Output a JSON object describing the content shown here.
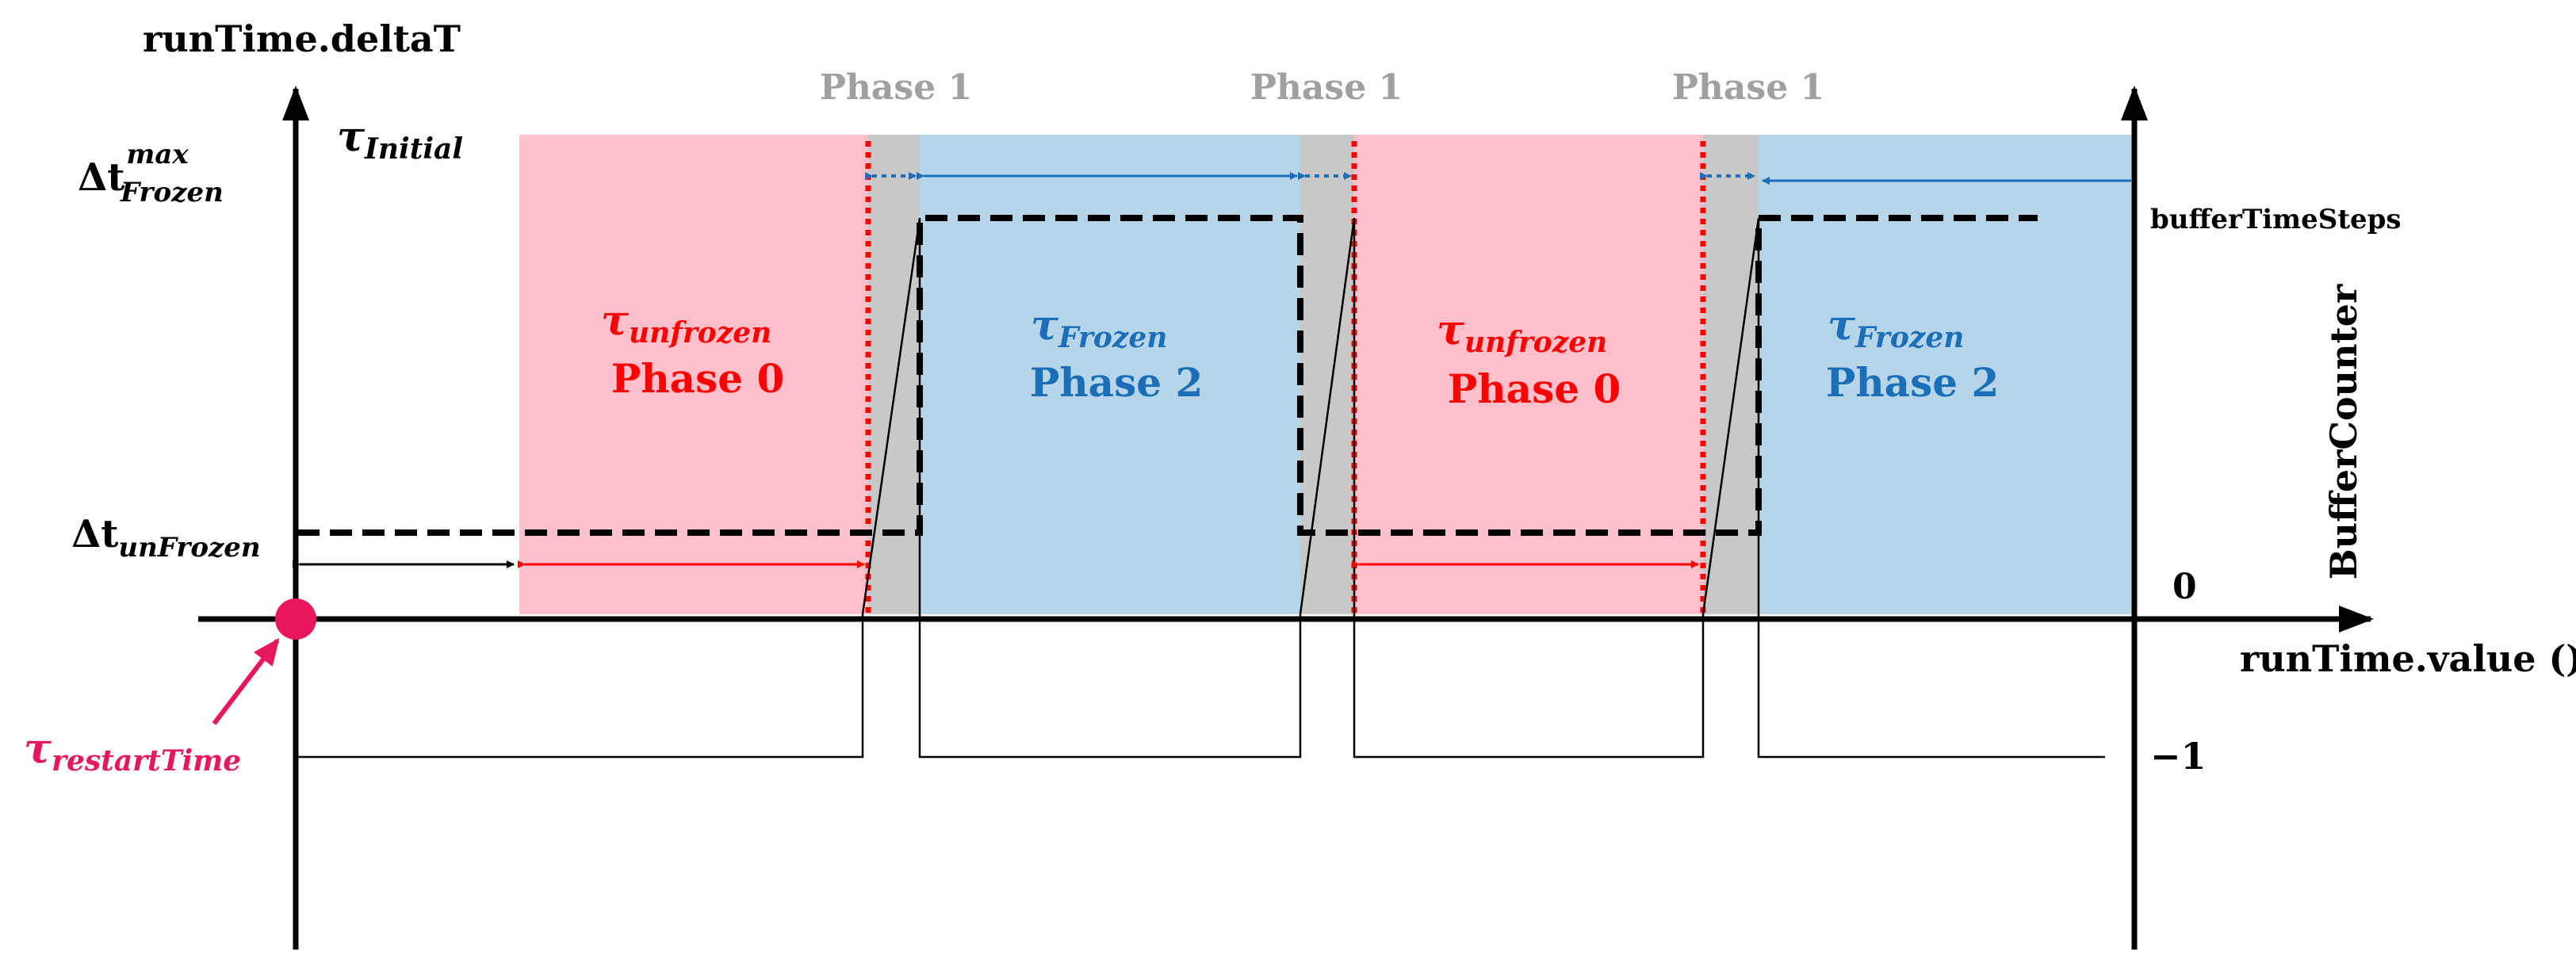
{
  "axes": {
    "y_left_title": "runTime.deltaT",
    "x_title": "runTime.value ()",
    "y_right_title": "BufferCounter"
  },
  "y_ticks_left": {
    "dt_frozen_base": "Δt",
    "dt_frozen_sup": "max",
    "dt_frozen_sub": "Frozen",
    "dt_unfrozen_base": "Δt",
    "dt_unfrozen_sub": "unFrozen"
  },
  "y_ticks_right": {
    "top": "bufferTimeSteps",
    "zero": "0",
    "minus_one": "−1"
  },
  "annotations": {
    "tau_initial_base": "τ",
    "tau_initial_sub": "Initial",
    "tau_restart_base": "τ",
    "tau_restart_sub": "restartTime"
  },
  "phase_labels": {
    "phase1_a": "Phase 1",
    "phase1_b": "Phase 1",
    "phase1_c": "Phase 1",
    "unfrozen_a_base": "τ",
    "unfrozen_a_sub": "unfrozen",
    "unfrozen_a_phase": "Phase 0",
    "frozen_a_base": "τ",
    "frozen_a_sub": "Frozen",
    "frozen_a_phase": "Phase 2",
    "unfrozen_b_base": "τ",
    "unfrozen_b_sub": "unfrozen",
    "unfrozen_b_phase": "Phase 0",
    "frozen_b_base": "τ",
    "frozen_b_sub": "Frozen",
    "frozen_b_phase": "Phase 2"
  },
  "colors": {
    "unfrozen_fill": "#ffc0cb",
    "frozen_fill": "#b7d5e8",
    "transition_fill": "#c8c8c8",
    "red": "#ff0000",
    "blue": "#1a6fb8",
    "crimson": "#e8175d",
    "gray_text": "#a0a0a0",
    "axis": "#000000"
  }
}
